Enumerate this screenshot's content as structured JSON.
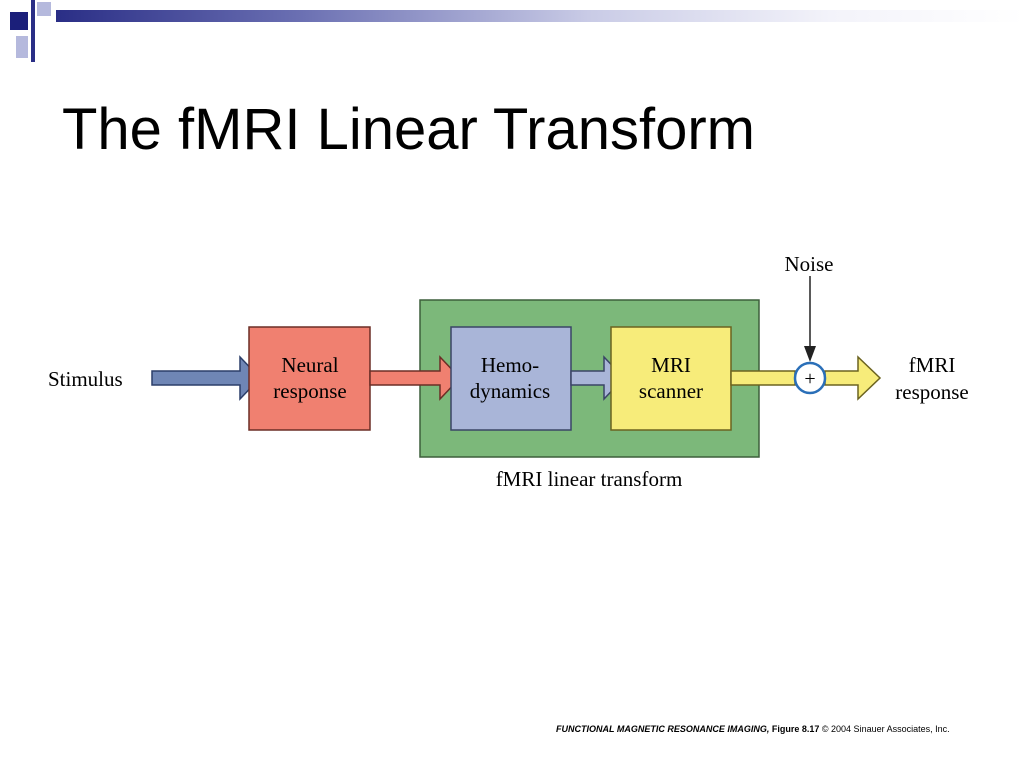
{
  "slide": {
    "title": "The fMRI Linear Transform"
  },
  "diagram": {
    "input_label": "Stimulus",
    "blocks": [
      {
        "line1": "Neural",
        "line2": "response",
        "color": "#f08070"
      },
      {
        "line1": "Hemo-",
        "line2": "dynamics",
        "color": "#a9b5d8"
      },
      {
        "line1": "MRI",
        "line2": "scanner",
        "color": "#f7ec7a"
      }
    ],
    "group_label": "fMRI linear transform",
    "group_color": "#7cb87a",
    "noise_label": "Noise",
    "sum_symbol": "+",
    "output_line1": "fMRI",
    "output_line2": "response"
  },
  "credit": {
    "book": "FUNCTIONAL MAGNETIC RESONANCE IMAGING,",
    "figure": "Figure 8.17",
    "copyright": "© 2004 Sinauer Associates, Inc."
  }
}
